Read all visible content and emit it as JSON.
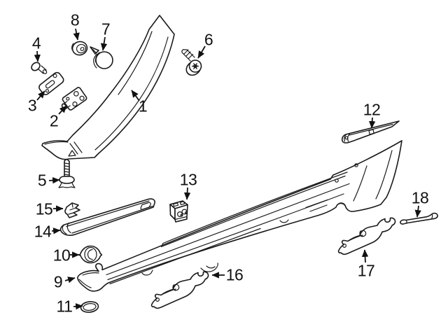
{
  "diagram": {
    "background_color": "#ffffff",
    "line_color": "#1a1a1a",
    "callouts": [
      {
        "number": "1"
      },
      {
        "number": "2"
      },
      {
        "number": "3"
      },
      {
        "number": "4"
      },
      {
        "number": "5"
      },
      {
        "number": "6"
      },
      {
        "number": "7"
      },
      {
        "number": "8"
      },
      {
        "number": "9"
      },
      {
        "number": "10"
      },
      {
        "number": "11"
      },
      {
        "number": "12"
      },
      {
        "number": "13"
      },
      {
        "number": "14"
      },
      {
        "number": "15"
      },
      {
        "number": "16"
      },
      {
        "number": "17"
      },
      {
        "number": "18"
      }
    ]
  }
}
